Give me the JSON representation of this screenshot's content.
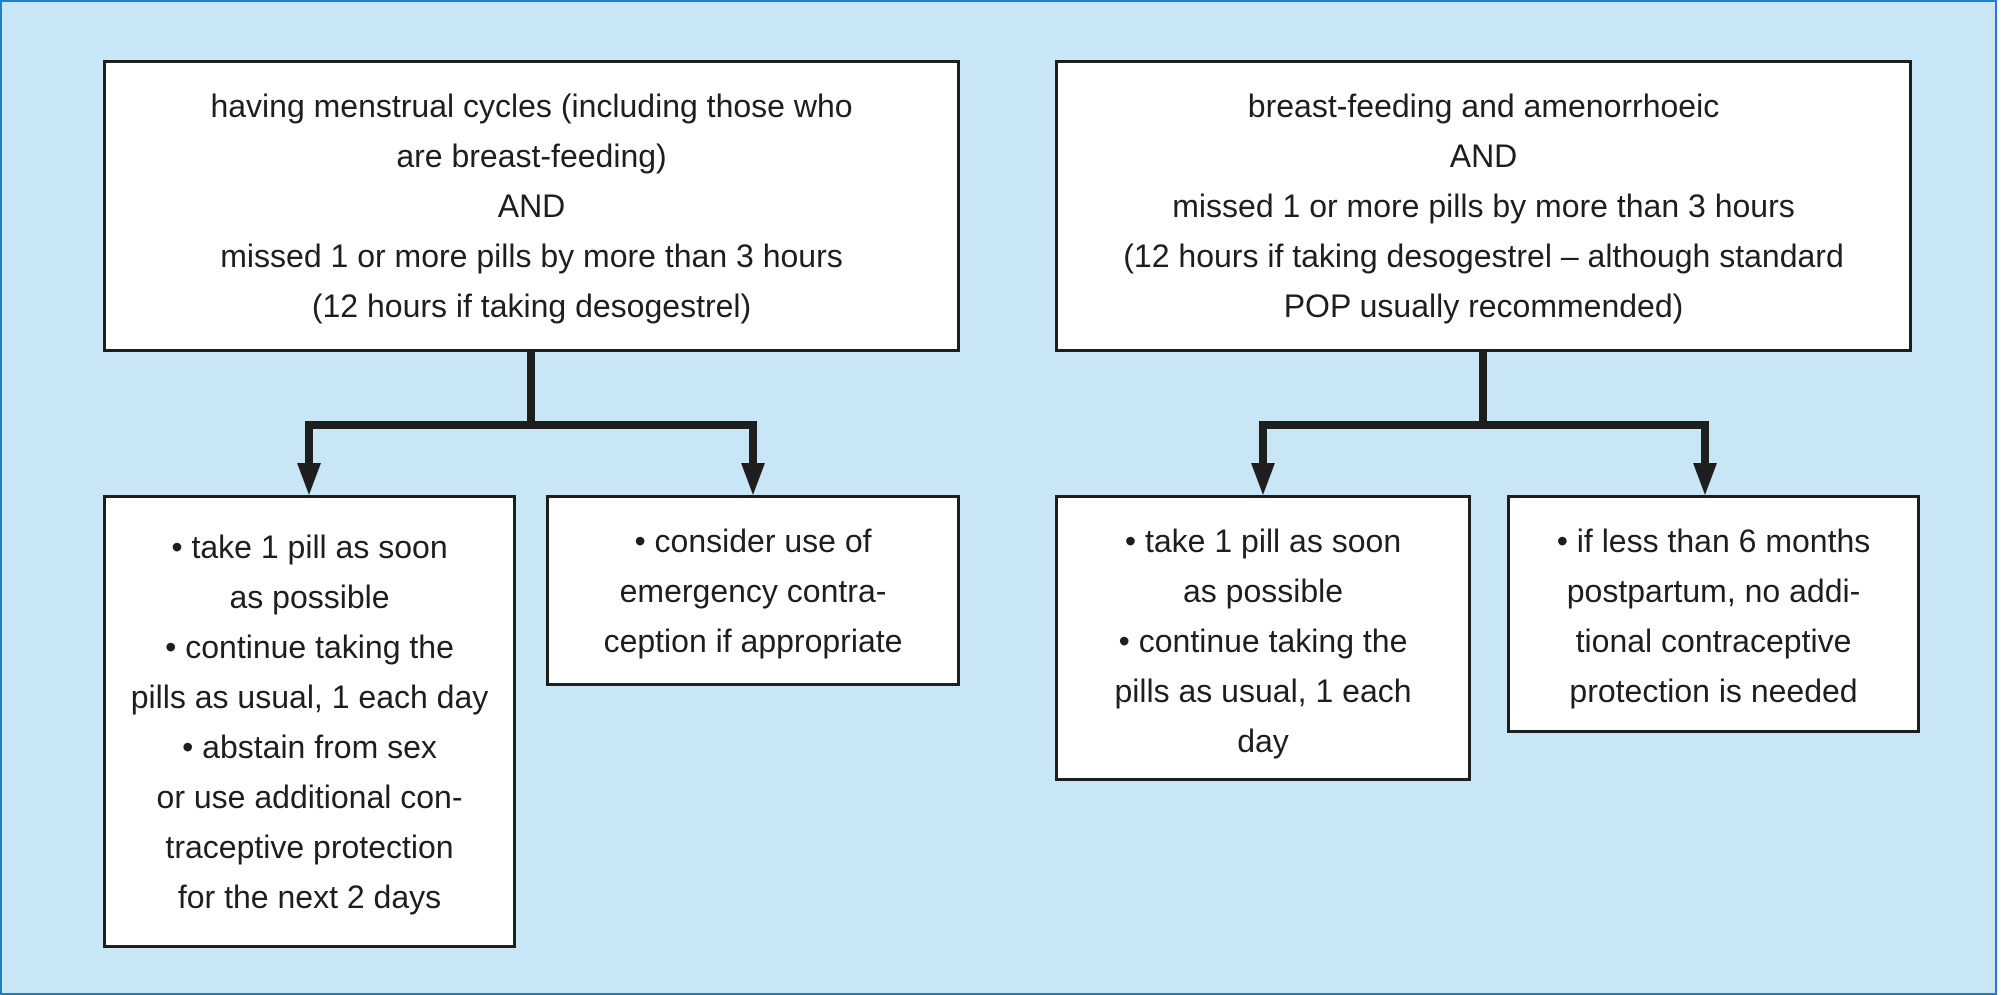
{
  "colors": {
    "panel_background": "#c9e6f7",
    "panel_border": "#1f7fc4",
    "box_background": "#ffffff",
    "line": "#1e1e1e"
  },
  "left": {
    "condition": [
      "having menstrual cycles (including those who",
      "are breast-feeding)",
      "AND",
      "missed 1 or more pills by more than 3 hours",
      "(12 hours if taking desogestrel)"
    ],
    "action_1": [
      "• take 1 pill as soon",
      "as possible",
      "• continue taking the",
      "pills as usual, 1 each day",
      "• abstain from sex",
      "or use additional con-",
      "traceptive protection",
      "for the next 2 days"
    ],
    "action_2": [
      "• consider use of",
      "emergency contra-",
      "ception if appropriate"
    ]
  },
  "right": {
    "condition": [
      "breast-feeding and amenorrhoeic",
      "AND",
      "missed 1 or more pills by more than 3 hours",
      "(12 hours if taking desogestrel – although standard",
      "POP usually recommended)"
    ],
    "action_1": [
      "• take 1 pill as soon",
      "as possible",
      "• continue taking the",
      "pills as usual, 1 each",
      "day"
    ],
    "action_2": [
      "• if less than 6 months",
      "postpartum, no addi-",
      "tional contraceptive",
      "protection is needed"
    ]
  }
}
